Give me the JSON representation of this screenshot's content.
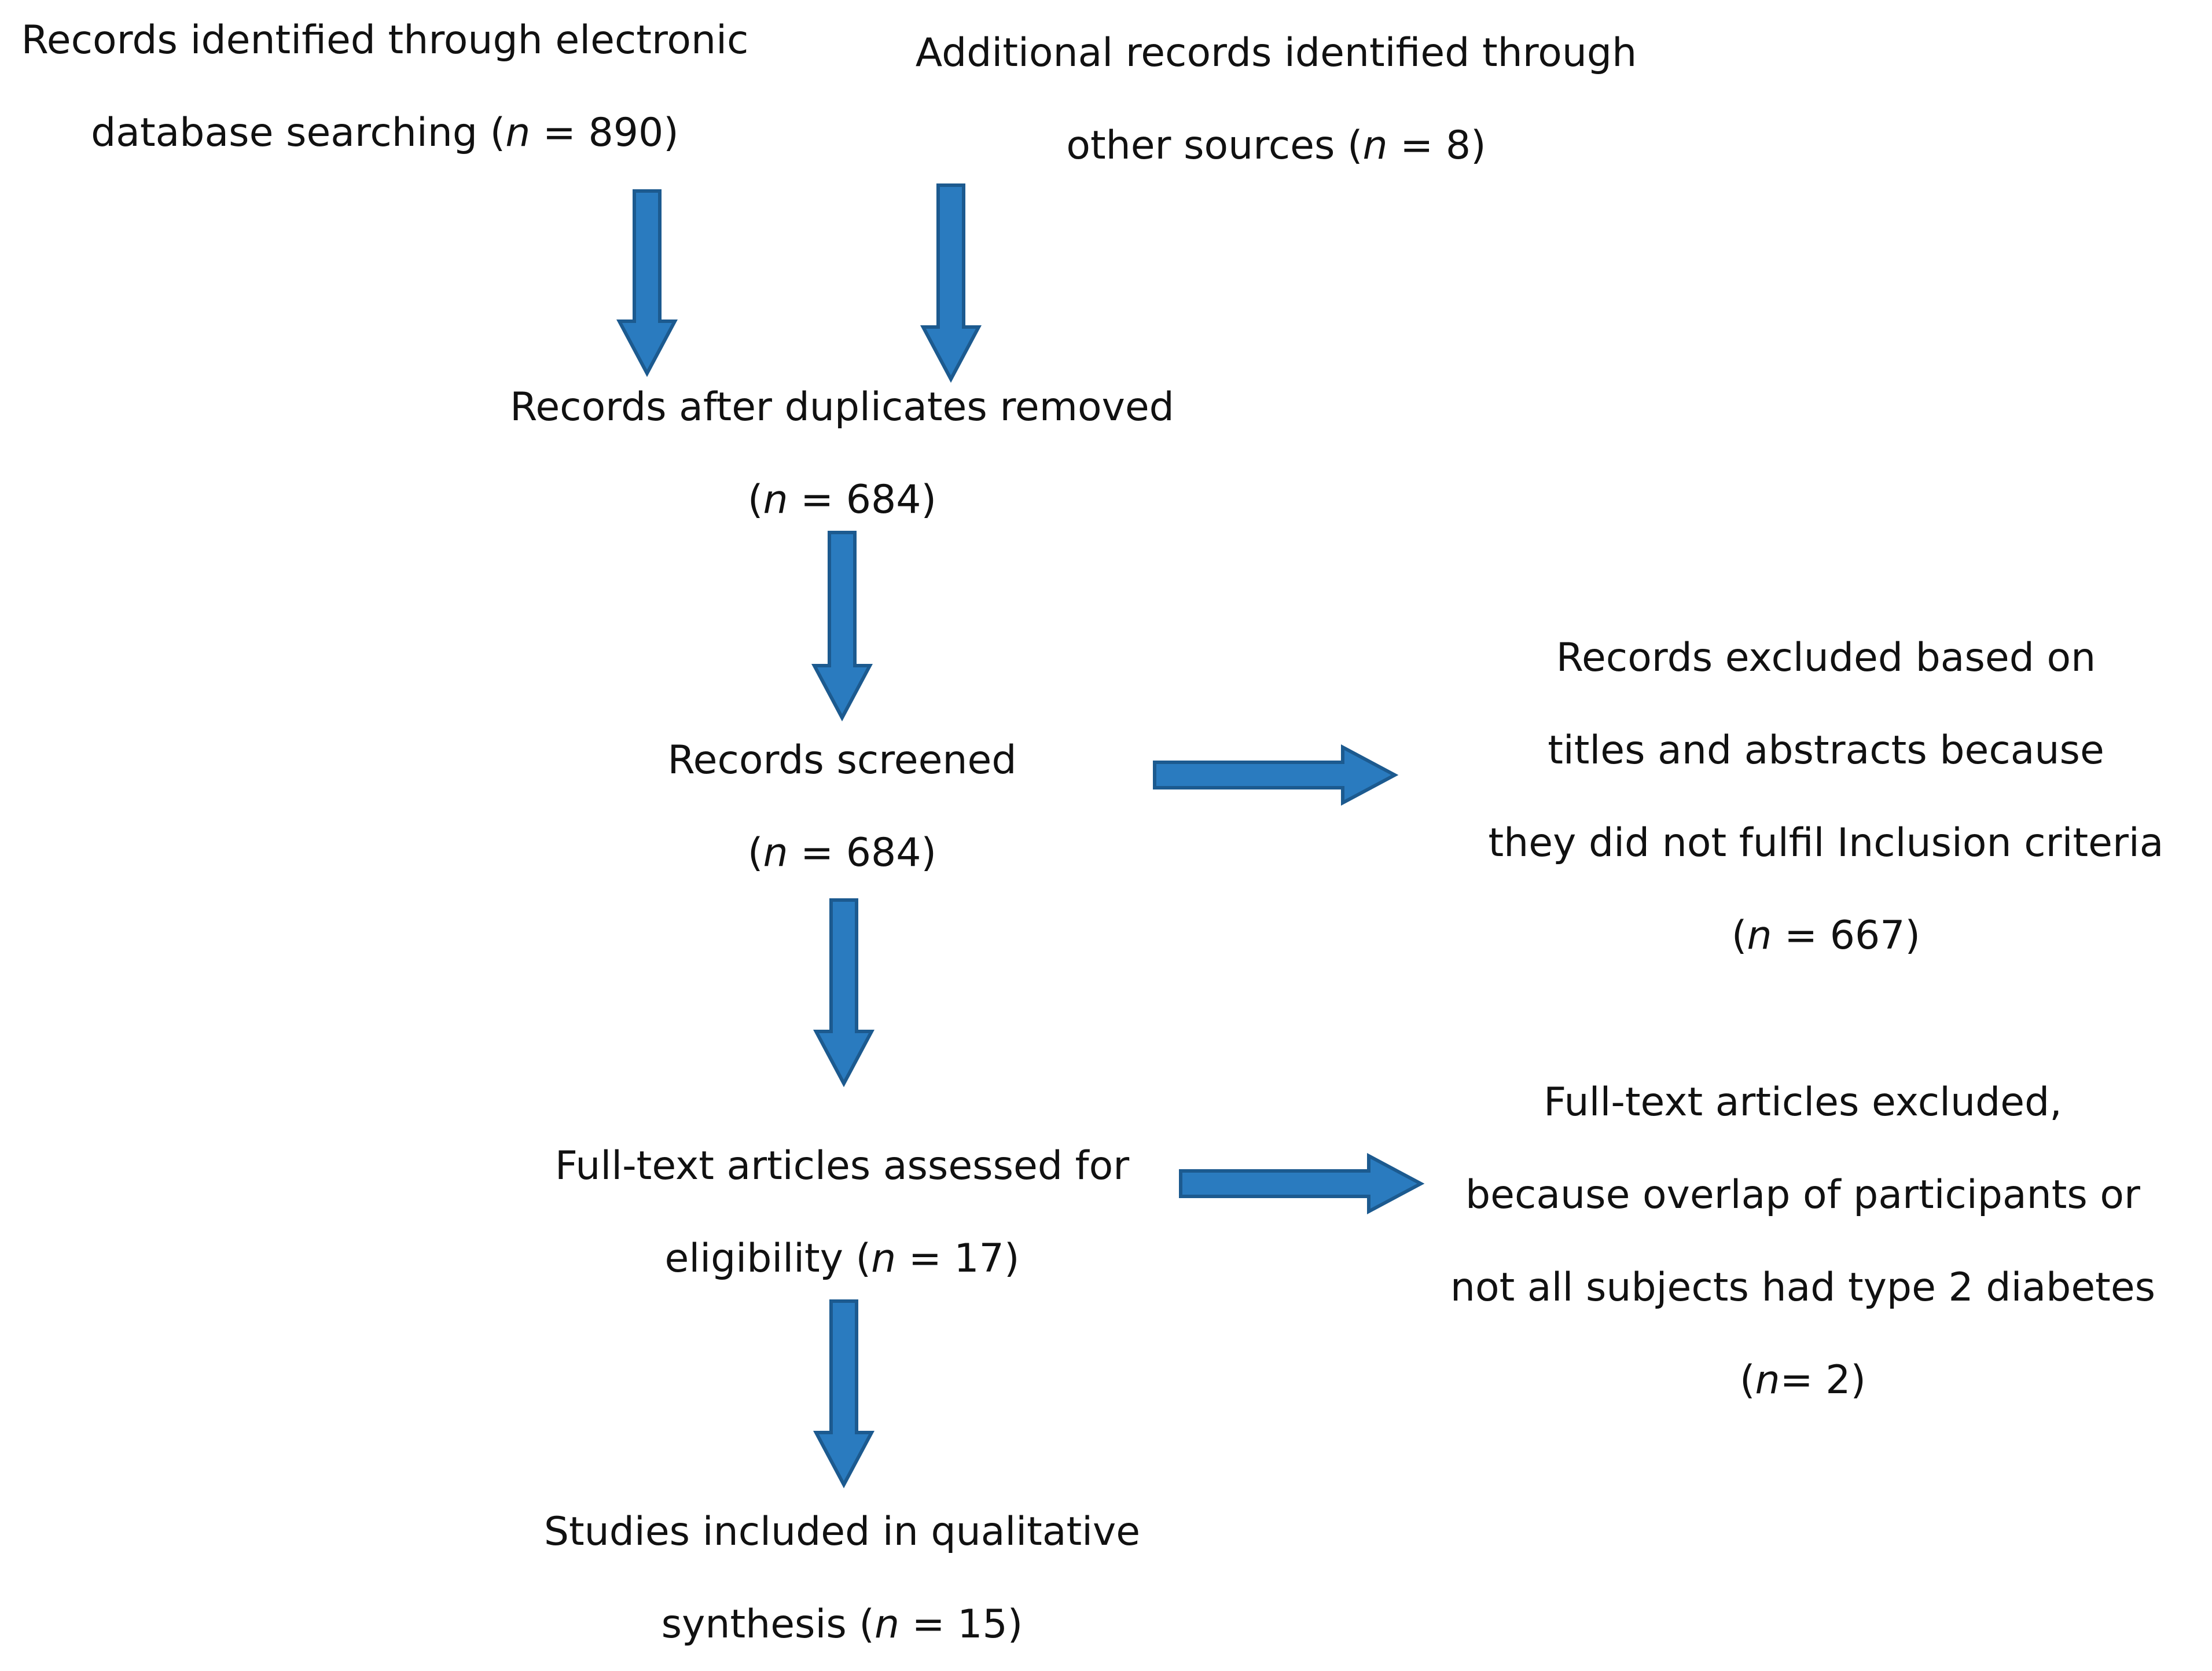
{
  "colors": {
    "arrow_fill": "#2a7bbf",
    "arrow_stroke": "#1c5a8f",
    "text": "#111111"
  },
  "nodes": {
    "identified_db": {
      "line1": "Records identified through electronic",
      "line2_pre": "database searching (",
      "line2_n": "n",
      "line2_post": " =  890)"
    },
    "identified_other": {
      "line1": "Additional records identified through",
      "line2_pre": "other sources (",
      "line2_n": "n",
      "line2_post": " = 8)"
    },
    "after_duplicates": {
      "line1": "Records after duplicates removed",
      "line2_pre": "(",
      "line2_n": "n",
      "line2_post": " =  684)"
    },
    "screened": {
      "line1": "Records screened",
      "line2_pre": "(",
      "line2_n": "n",
      "line2_post": " = 684)"
    },
    "excluded_titles": {
      "line1": "Records excluded based on",
      "line2": "titles and  abstracts because",
      "line3": "they did not fulfil Inclusion  criteria",
      "line4_pre": "(",
      "line4_n": "n",
      "line4_post": " = 667)"
    },
    "fulltext_assessed": {
      "line1": "Full-text articles assessed for",
      "line2_pre": "eligibility (",
      "line2_n": "n",
      "line2_post": " = 17)"
    },
    "fulltext_excluded": {
      "line1": "Full-text articles excluded,",
      "line2": "because overlap of participants or",
      "line3": "not all subjects had type 2 diabetes",
      "line4_pre": "(",
      "line4_n": "n",
      "line4_post": "= 2)"
    },
    "included": {
      "line1": "Studies included in qualitative",
      "line2_pre": "synthesis (",
      "line2_n": "n",
      "line2_post": " = 15)"
    }
  },
  "arrows": [
    {
      "from": "identified_db",
      "to": "after_duplicates",
      "direction": "down"
    },
    {
      "from": "identified_other",
      "to": "after_duplicates",
      "direction": "down"
    },
    {
      "from": "after_duplicates",
      "to": "screened",
      "direction": "down"
    },
    {
      "from": "screened",
      "to": "excluded_titles",
      "direction": "right"
    },
    {
      "from": "screened",
      "to": "fulltext_assessed",
      "direction": "down"
    },
    {
      "from": "fulltext_assessed",
      "to": "fulltext_excluded",
      "direction": "right"
    },
    {
      "from": "fulltext_assessed",
      "to": "included",
      "direction": "down"
    }
  ]
}
